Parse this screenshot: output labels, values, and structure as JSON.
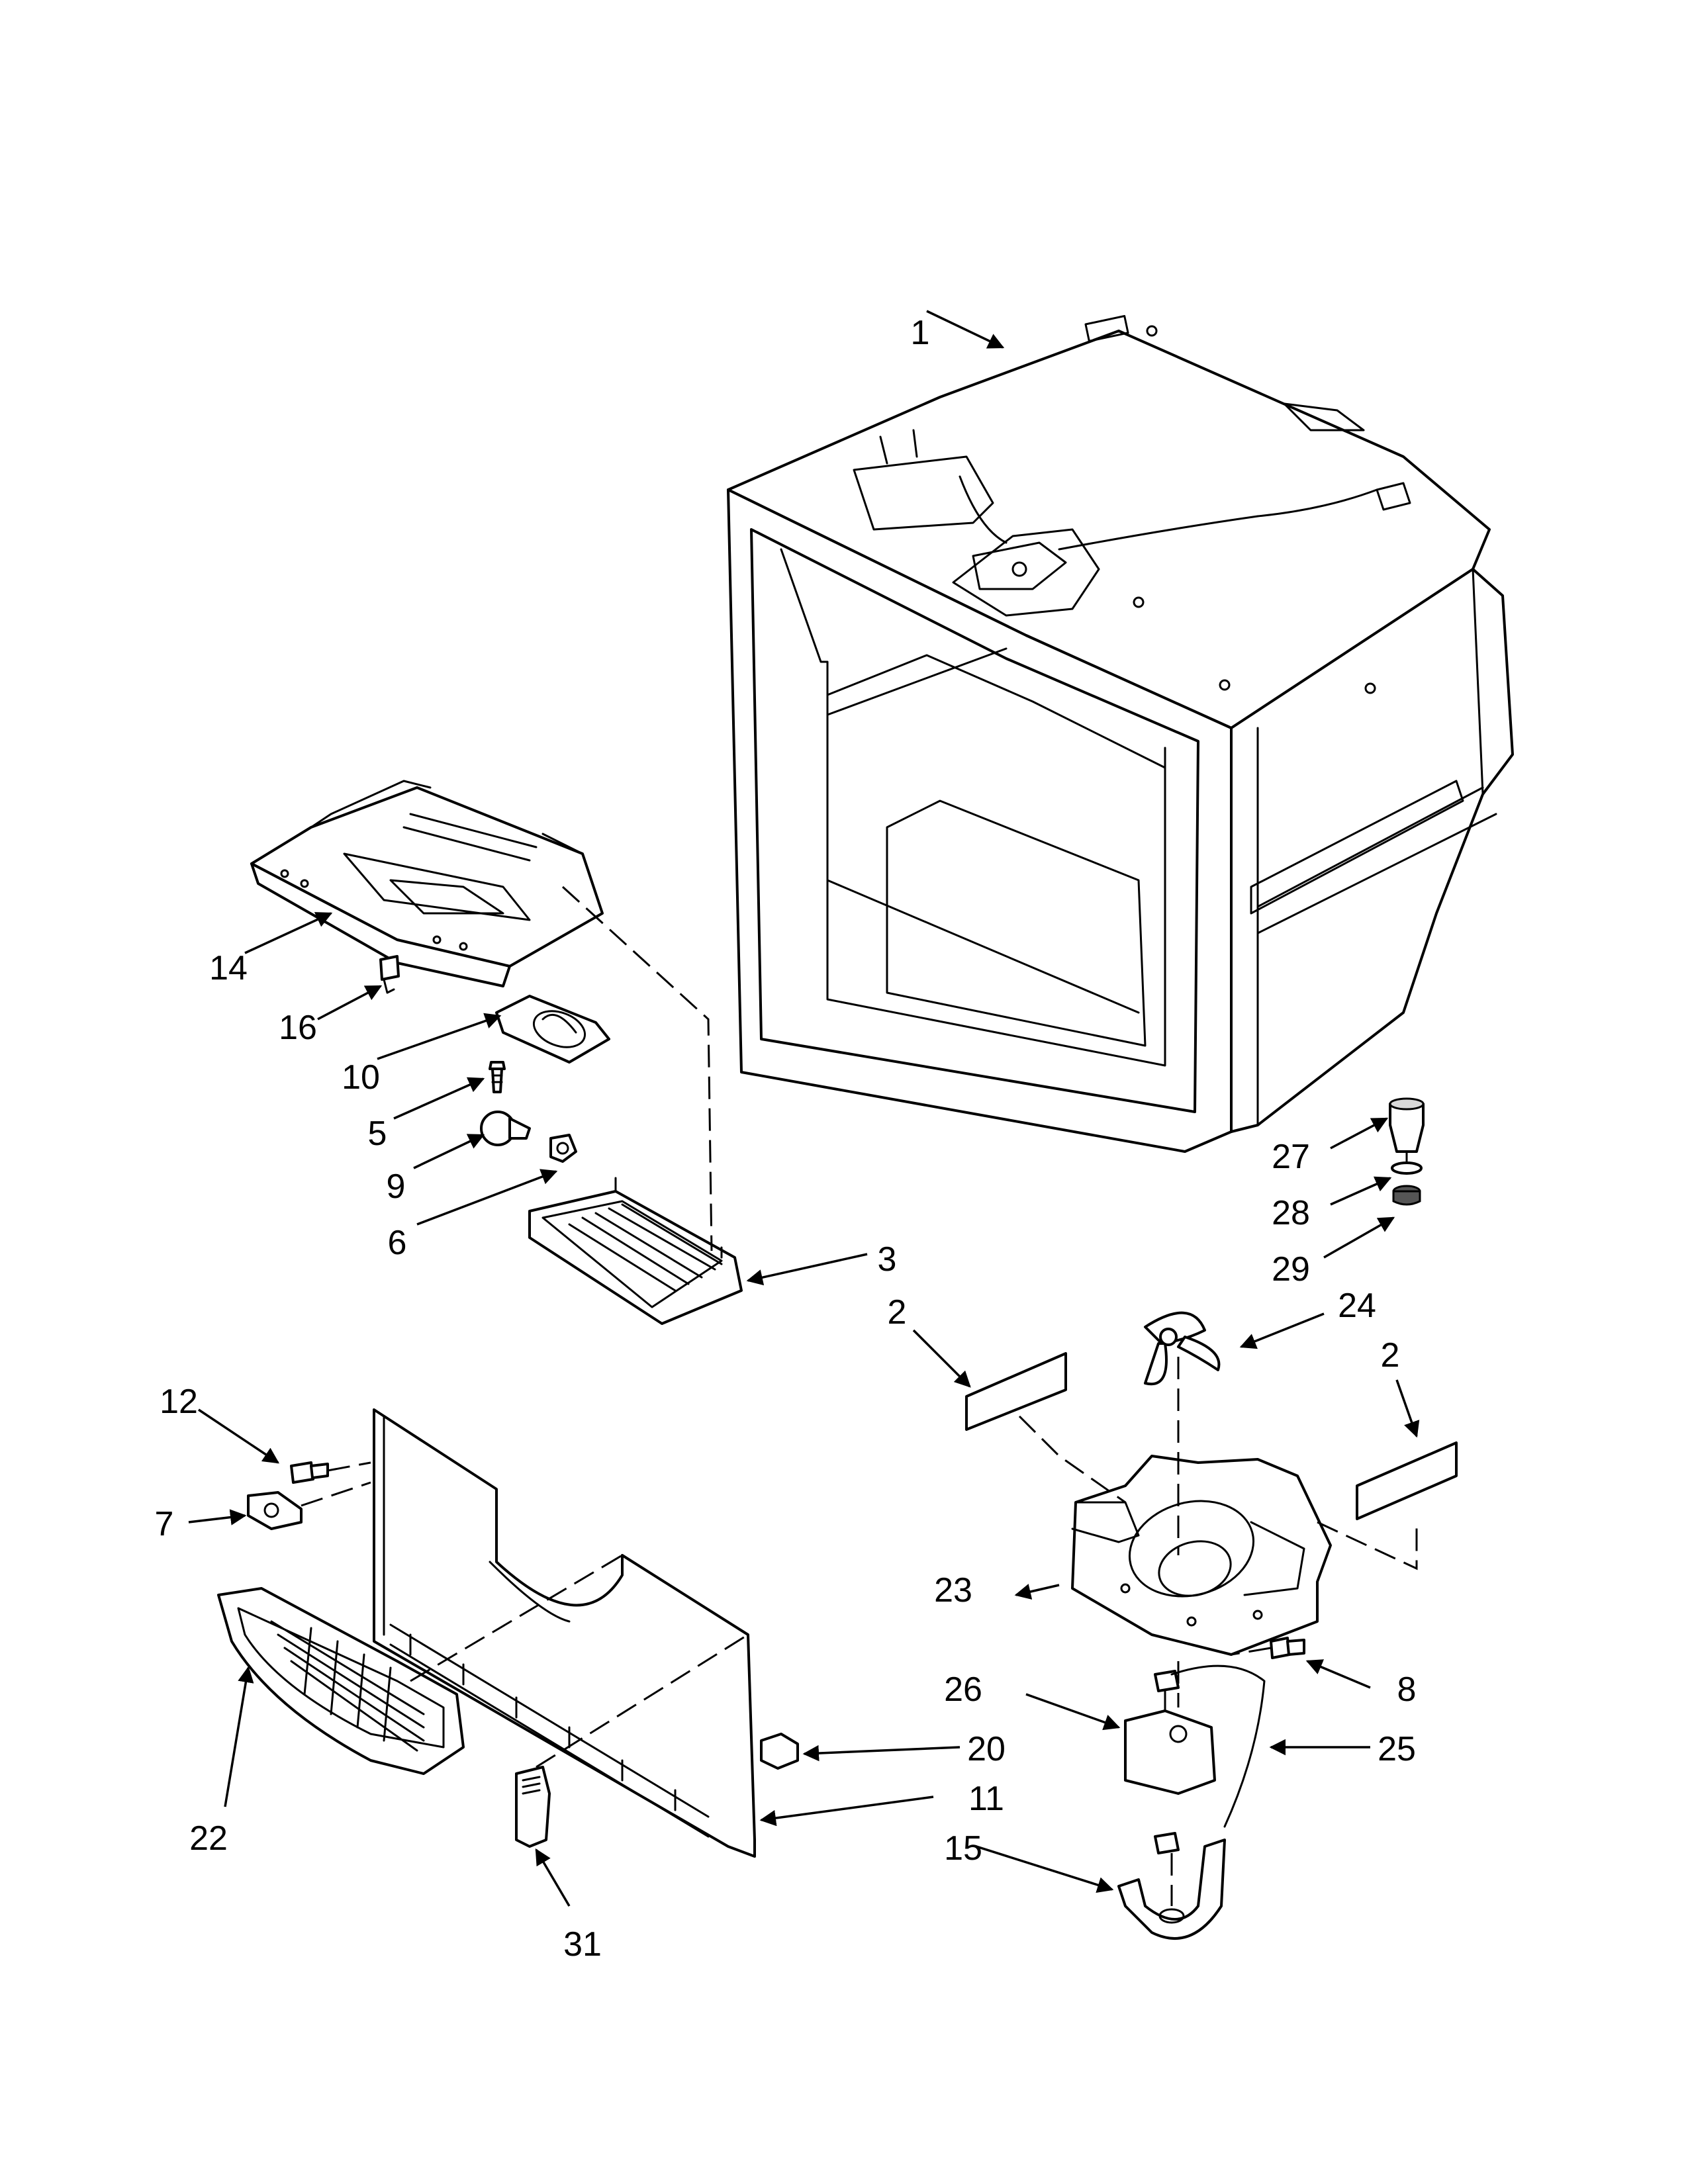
{
  "callouts": [
    "1",
    "2",
    "3",
    "5",
    "6",
    "7",
    "8",
    "9",
    "10",
    "11",
    "12",
    "14",
    "15",
    "16",
    "20",
    "22",
    "23",
    "24",
    "25",
    "26",
    "27",
    "28",
    "29",
    "31"
  ],
  "second_callout_2": "2",
  "colors": {
    "line": "#000000",
    "background": "#ffffff",
    "shade": "#d9d9d9"
  }
}
